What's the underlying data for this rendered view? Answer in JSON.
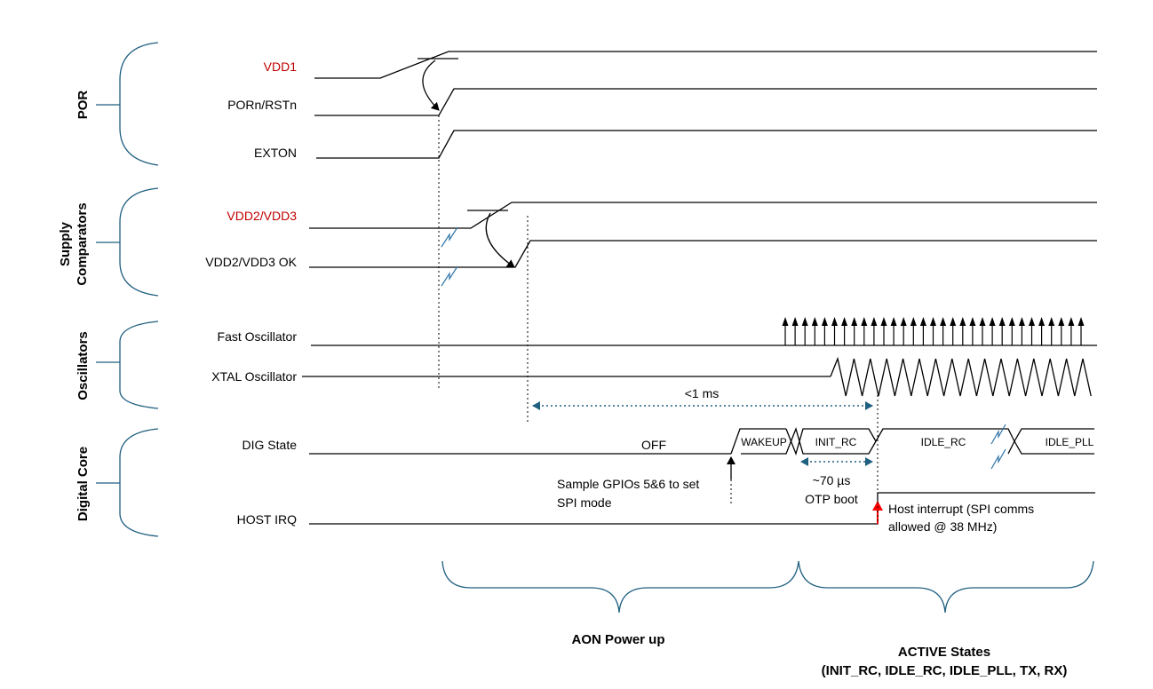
{
  "groups": {
    "por": "POR",
    "supply_line1": "Supply",
    "supply_line2": "Comparators",
    "oscillators": "Oscillators",
    "digital_core": "Digital Core"
  },
  "signals": {
    "vdd1": "VDD1",
    "porn_rstn": "PORn/RSTn",
    "exton": "EXTON",
    "vdd2_vdd3": "VDD2/VDD3",
    "vdd2_vdd3_ok": "VDD2/VDD3 OK",
    "fast_osc": "Fast Oscillator",
    "xtal_osc": "XTAL Oscillator",
    "dig_state": "DIG State",
    "host_irq": "HOST IRQ"
  },
  "states": {
    "off": "OFF",
    "wakeup": "WAKEUP",
    "init_rc": "INIT_RC",
    "idle_rc": "IDLE_RC",
    "idle_pll": "IDLE_PLL"
  },
  "timing": {
    "lt_1ms": "<1 ms",
    "t70_line1": "~70 µs",
    "t70_line2": "OTP boot"
  },
  "annotations": {
    "sample_line1": "Sample GPIOs 5&6 to set",
    "sample_line2": "SPI mode",
    "host_int_line1": "Host interrupt (SPI comms",
    "host_int_line2": "allowed @ 38 MHz)"
  },
  "phases": {
    "aon": "AON Power up",
    "active_line1": "ACTIVE States",
    "active_line2": "(INIT_RC, IDLE_RC, IDLE_PLL, TX, RX)"
  },
  "colors": {
    "signal_red": "#c00000",
    "brace_blue": "#1f5f80",
    "interrupt_arrow": "#ff0000"
  }
}
